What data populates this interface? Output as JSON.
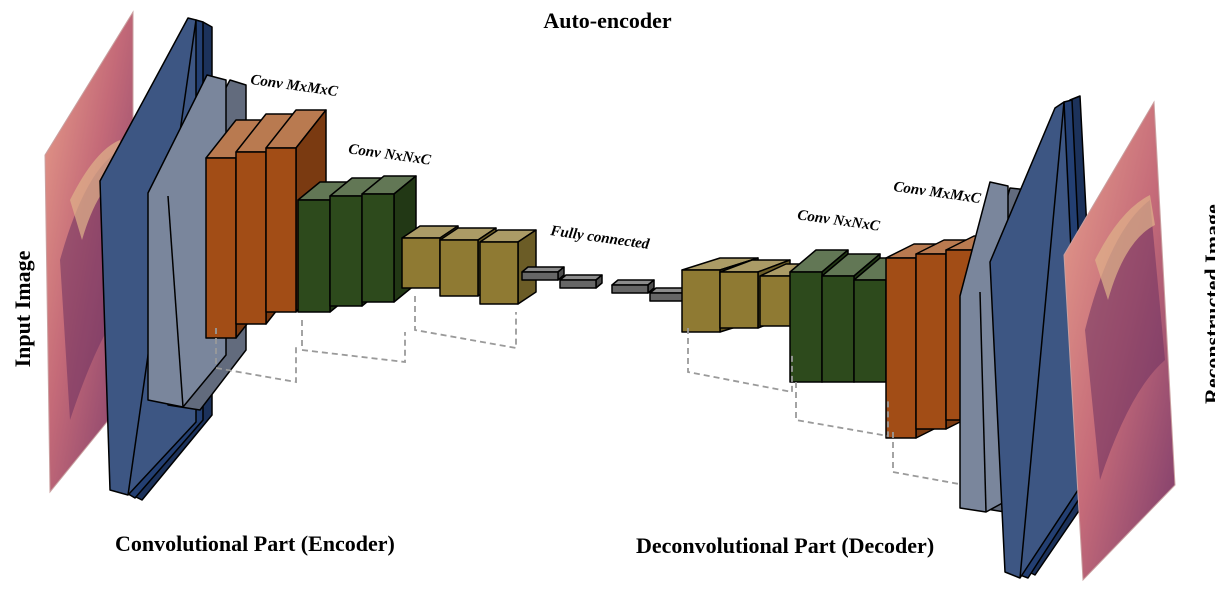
{
  "diagram": {
    "title": "Auto-encoder",
    "encoder_label": "Convolutional Part (Encoder)",
    "decoder_label": "Deconvolutional Part (Decoder)",
    "input_label": "Input Image",
    "output_label": "Reconstructed Image",
    "layer_labels": {
      "enc_conv_m": "Conv MxMxC",
      "enc_conv_n": "Conv NxNxC",
      "fully_connected": "Fully connected",
      "dec_conv_n": "Conv NxNxC",
      "dec_conv_m": "Conv MxMxC"
    },
    "colors": {
      "input_plate": "#233f72",
      "gray_block": "#7a869c",
      "orange_block": "#a24d16",
      "green_block": "#2d4a1c",
      "olive_block": "#8f7a33",
      "connector": "#666666",
      "image_tint": "#c06a7a"
    }
  }
}
